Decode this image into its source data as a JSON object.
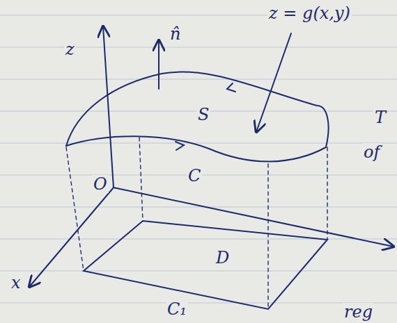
{
  "diagram": {
    "labels": [
      "z",
      "n̂",
      "z = g(x,y)",
      "S",
      "C",
      "O",
      "x",
      "D",
      "C₁",
      "T",
      "of",
      "reg"
    ]
  }
}
